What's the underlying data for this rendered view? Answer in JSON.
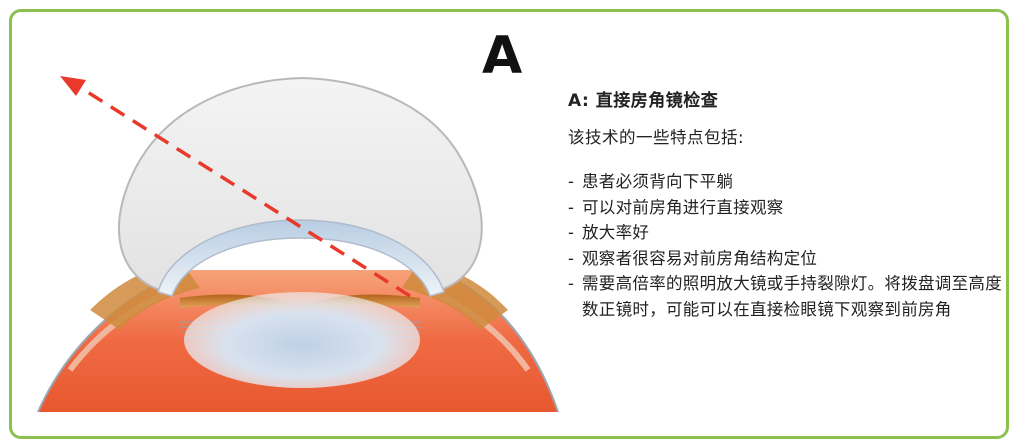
{
  "panel_label": "A",
  "heading": "A: 直接房角镜检查",
  "intro": "该技术的一些特点包括:",
  "bullet_marker": "-",
  "features": [
    "患者必须背向下平躺",
    "可以对前房角进行直接观察",
    "放大率好",
    "观察者很容易对前房角结构定位",
    "需要高倍率的照明放大镜或手持裂隙灯。将拨盘调至高度数正镜时，可能可以在直接检眼镜下观察到前房角"
  ],
  "colors": {
    "frame_border": "#8cc152",
    "light_ray": "#e8392a",
    "goniolens": "#ececec",
    "cornea": "#c9d9ea",
    "iris": "#c87a2a",
    "sclera": "#ef6a43"
  },
  "icons": {
    "ray": "dashed-arrow-icon"
  }
}
